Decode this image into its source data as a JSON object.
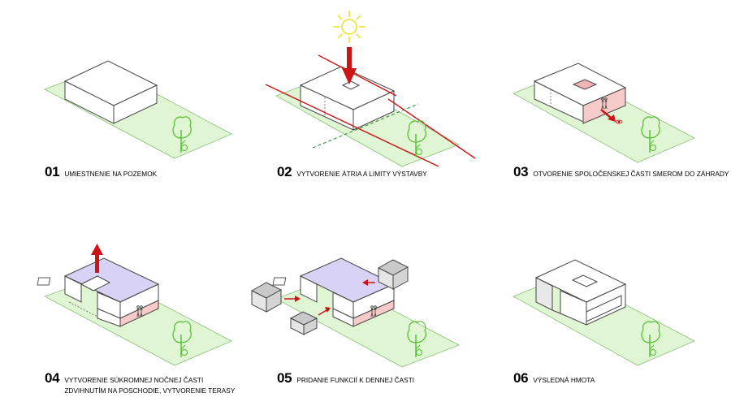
{
  "colors": {
    "site": "#dff5d3",
    "site_edge": "#8cc07a",
    "tree": "#4fbf2b",
    "volume_top": "#ffffff",
    "volume_side": "#ffffff",
    "limit_line": "#cc1414",
    "arrow": "#cc1414",
    "social_opening": "#f7caca",
    "atrium_fill": "#f2b3b3",
    "private_floor": "#d8d2f5",
    "function_box": "#c9c9c9",
    "sun": "#f0e020"
  },
  "icons": [
    "sun-icon",
    "tree-icon",
    "people-icon",
    "eye-icon",
    "arrow-icon"
  ],
  "steps": [
    {
      "number": "01",
      "caption": "UMIESTNENIE NA POZEMOK"
    },
    {
      "number": "02",
      "caption": "VYTVORENIE ÁTRIA A LIMITY VÝSTAVBY"
    },
    {
      "number": "03",
      "caption": "OTVORENIE SPOLOČENSKEJ ČASTI SMEROM DO ZÁHRADY"
    },
    {
      "number": "04",
      "caption": "VYTVORENIE SÚKROMNEJ NOČNEJ ČASTI ZDVIHNUTÍM NA POSCHODIE, VYTVORENIE TERASY"
    },
    {
      "number": "05",
      "caption": "PRIDANIE FUNKCIÍ K DENNEJ ČASTI"
    },
    {
      "number": "06",
      "caption": "VÝSLEDNÁ HMOTA"
    }
  ]
}
